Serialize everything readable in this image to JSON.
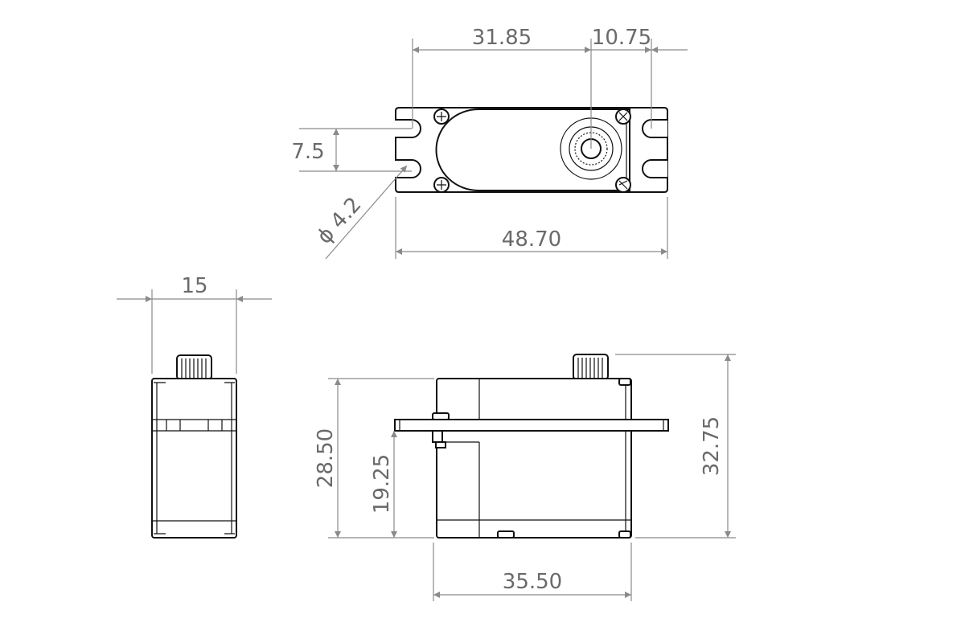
{
  "drawing": {
    "top_view": {
      "dims": {
        "horn_offset": "31.85",
        "horn_to_hole": "10.75",
        "hole_spacing": "7.5",
        "hole_diameter": "4.2",
        "overall_length": "48.70"
      },
      "diameter_symbol": "ϕ"
    },
    "end_view": {
      "dims": {
        "width": "15"
      }
    },
    "side_view": {
      "dims": {
        "body_height": "28.50",
        "flange_height": "19.25",
        "total_height": "32.75",
        "body_length": "35.50"
      }
    }
  },
  "colors": {
    "line": "#111111",
    "dimension": "#8a8a8a",
    "text": "#6a6a6a"
  }
}
